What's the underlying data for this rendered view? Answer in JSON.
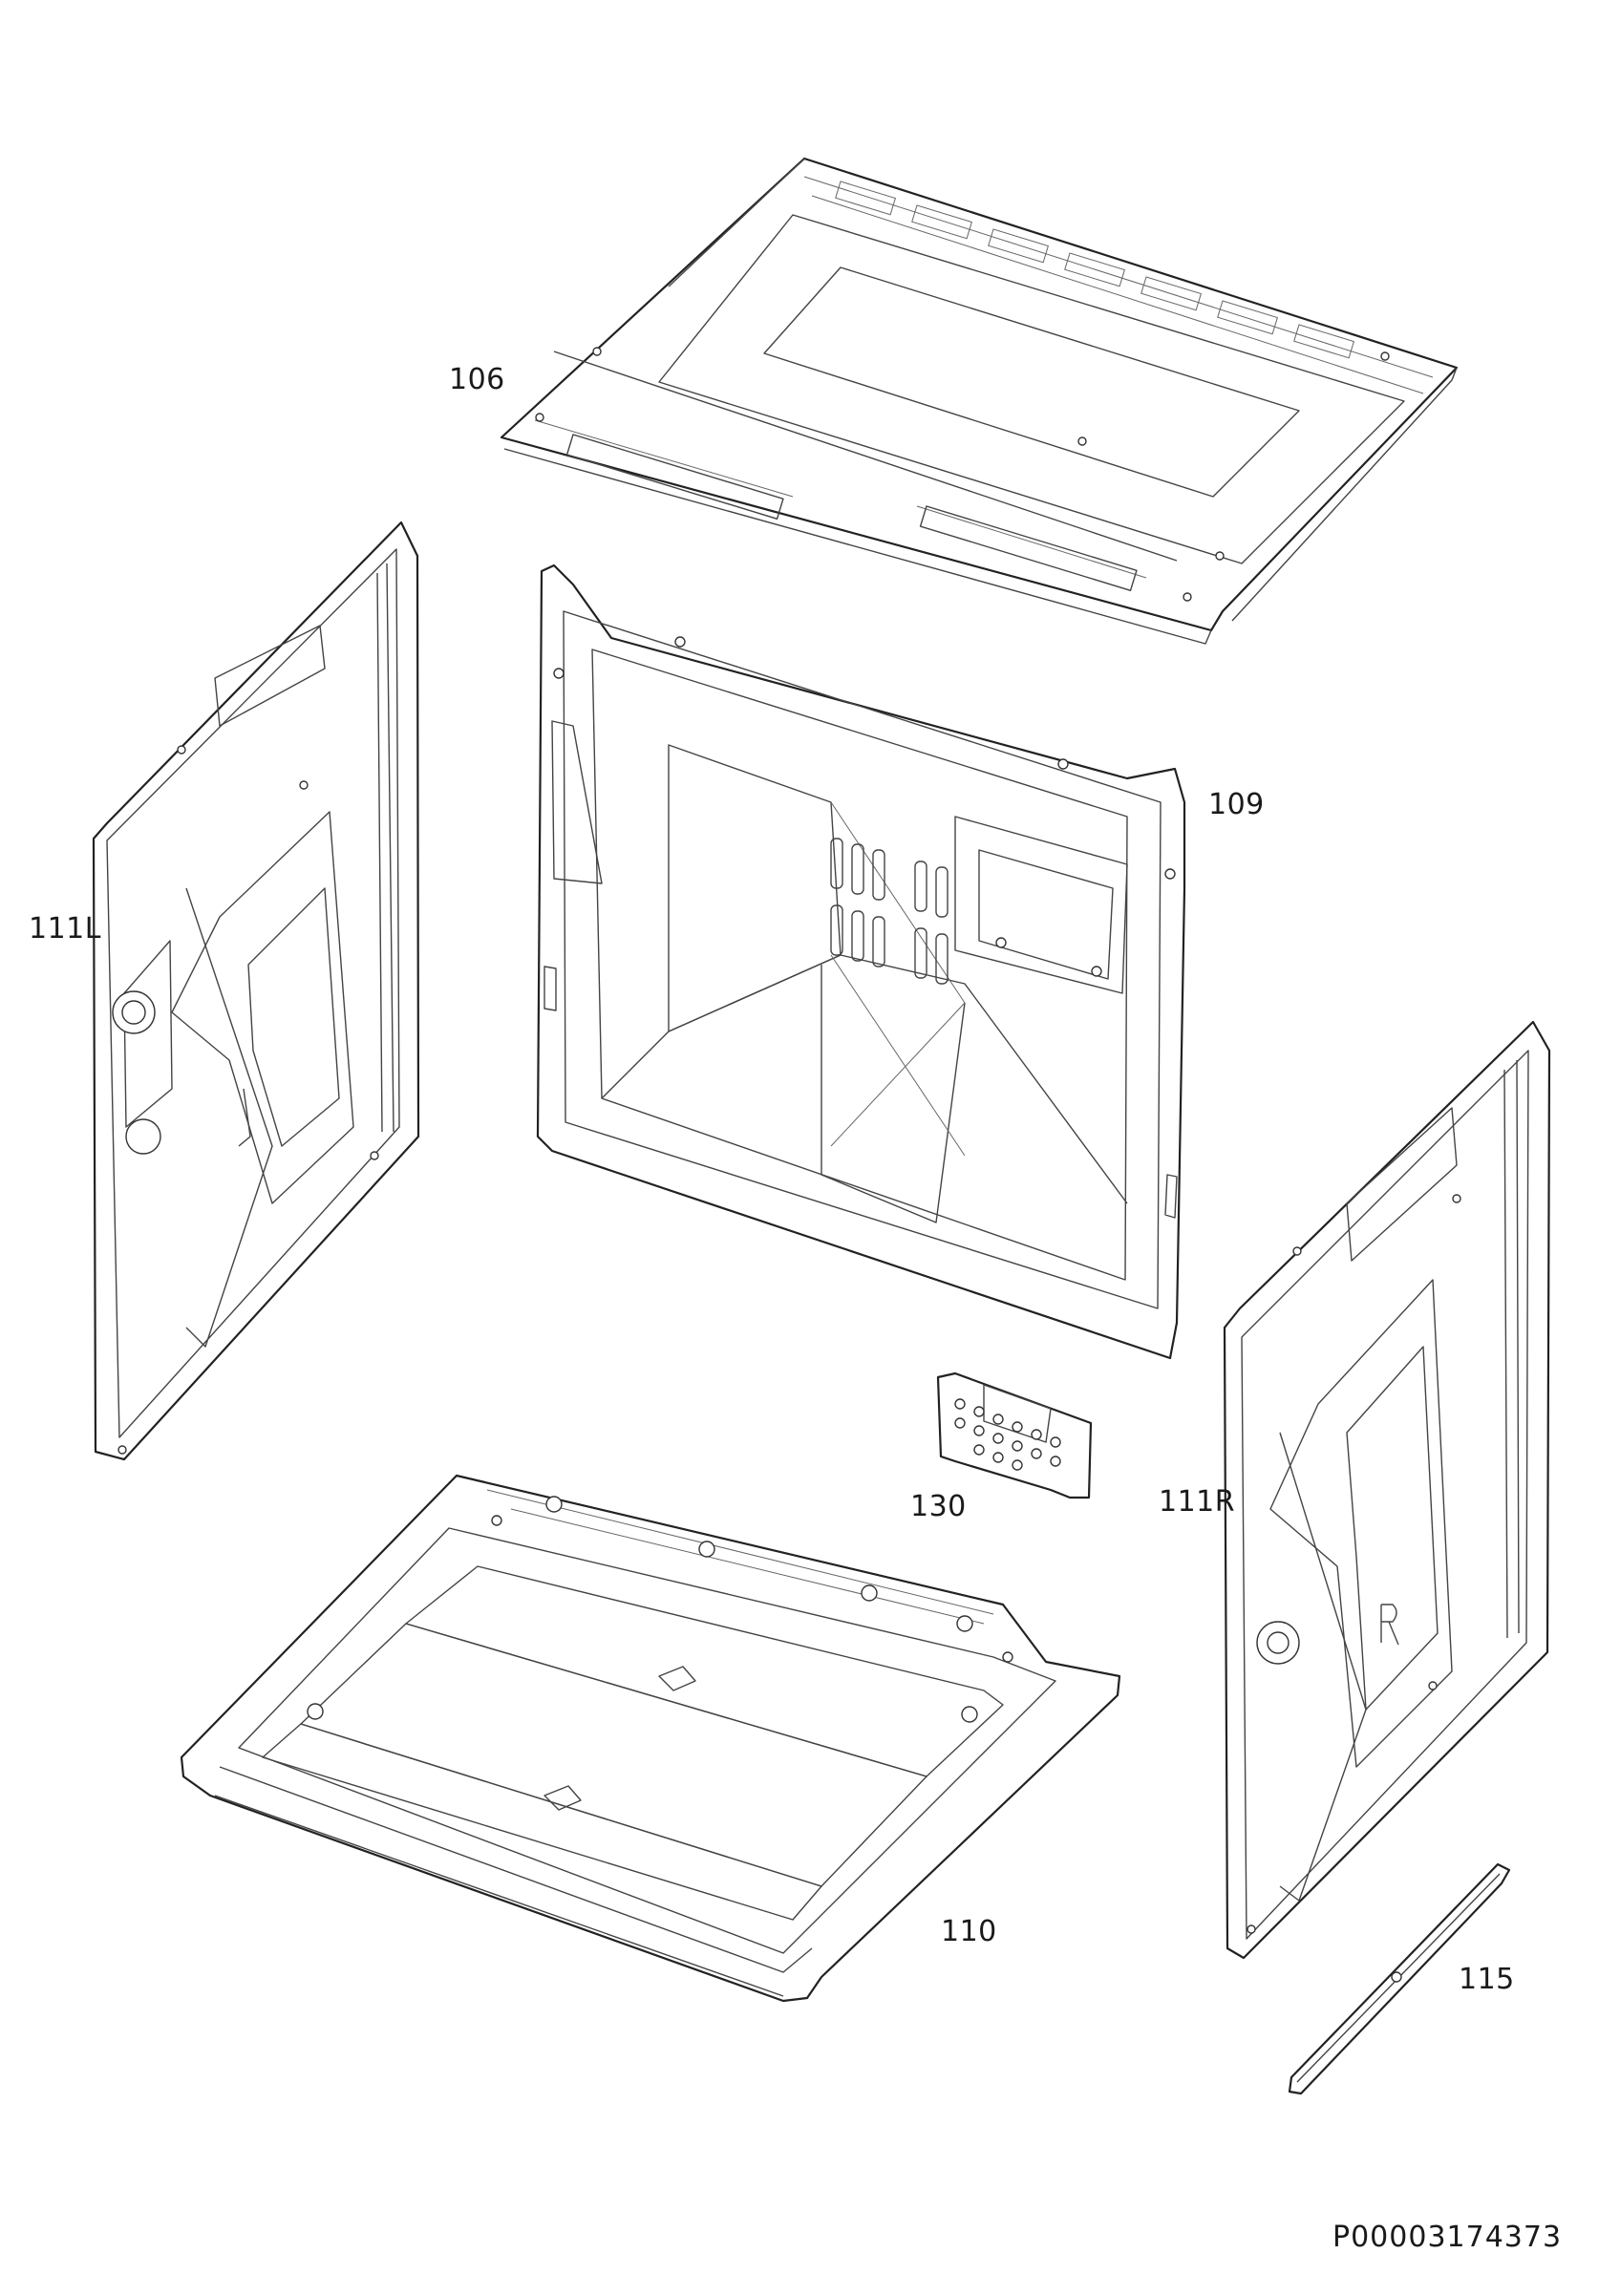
{
  "diagram": {
    "labels": {
      "p106": "106",
      "p109": "109",
      "p111L": "111L",
      "p111R": "111R",
      "p130": "130",
      "p110": "110",
      "p115": "115"
    },
    "document_id": "P00003174373"
  }
}
